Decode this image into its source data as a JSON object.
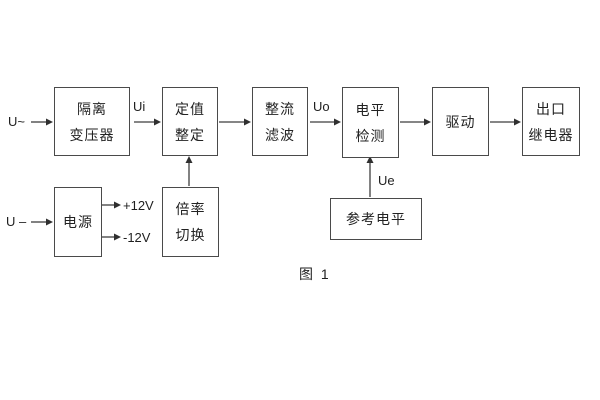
{
  "diagram": {
    "caption": "图 1",
    "signals": {
      "input_ac": "U~",
      "input_dc": "U –",
      "ui": "Ui",
      "uo": "Uo",
      "ue": "Ue",
      "rail_pos": "+12V",
      "rail_neg": "-12V"
    },
    "blocks": {
      "isolation_transformer": {
        "line1": "隔离",
        "line2": "变压器"
      },
      "setting_adjust": {
        "line1": "定值",
        "line2": "整定"
      },
      "rectifier_filter": {
        "line1": "整流",
        "line2": "滤波"
      },
      "level_detect": {
        "line1": "电平",
        "line2": "检测"
      },
      "drive": {
        "label": "驱动"
      },
      "output_relay": {
        "line1": "出口",
        "line2": "继电器"
      },
      "power_supply": {
        "label": "电源"
      },
      "ratio_switch": {
        "line1": "倍率",
        "line2": "切换"
      },
      "reference_level": {
        "label": "参考电平"
      }
    },
    "colors": {
      "background": "#ffffff",
      "line": "#3f3f3f",
      "text": "#222222"
    }
  }
}
